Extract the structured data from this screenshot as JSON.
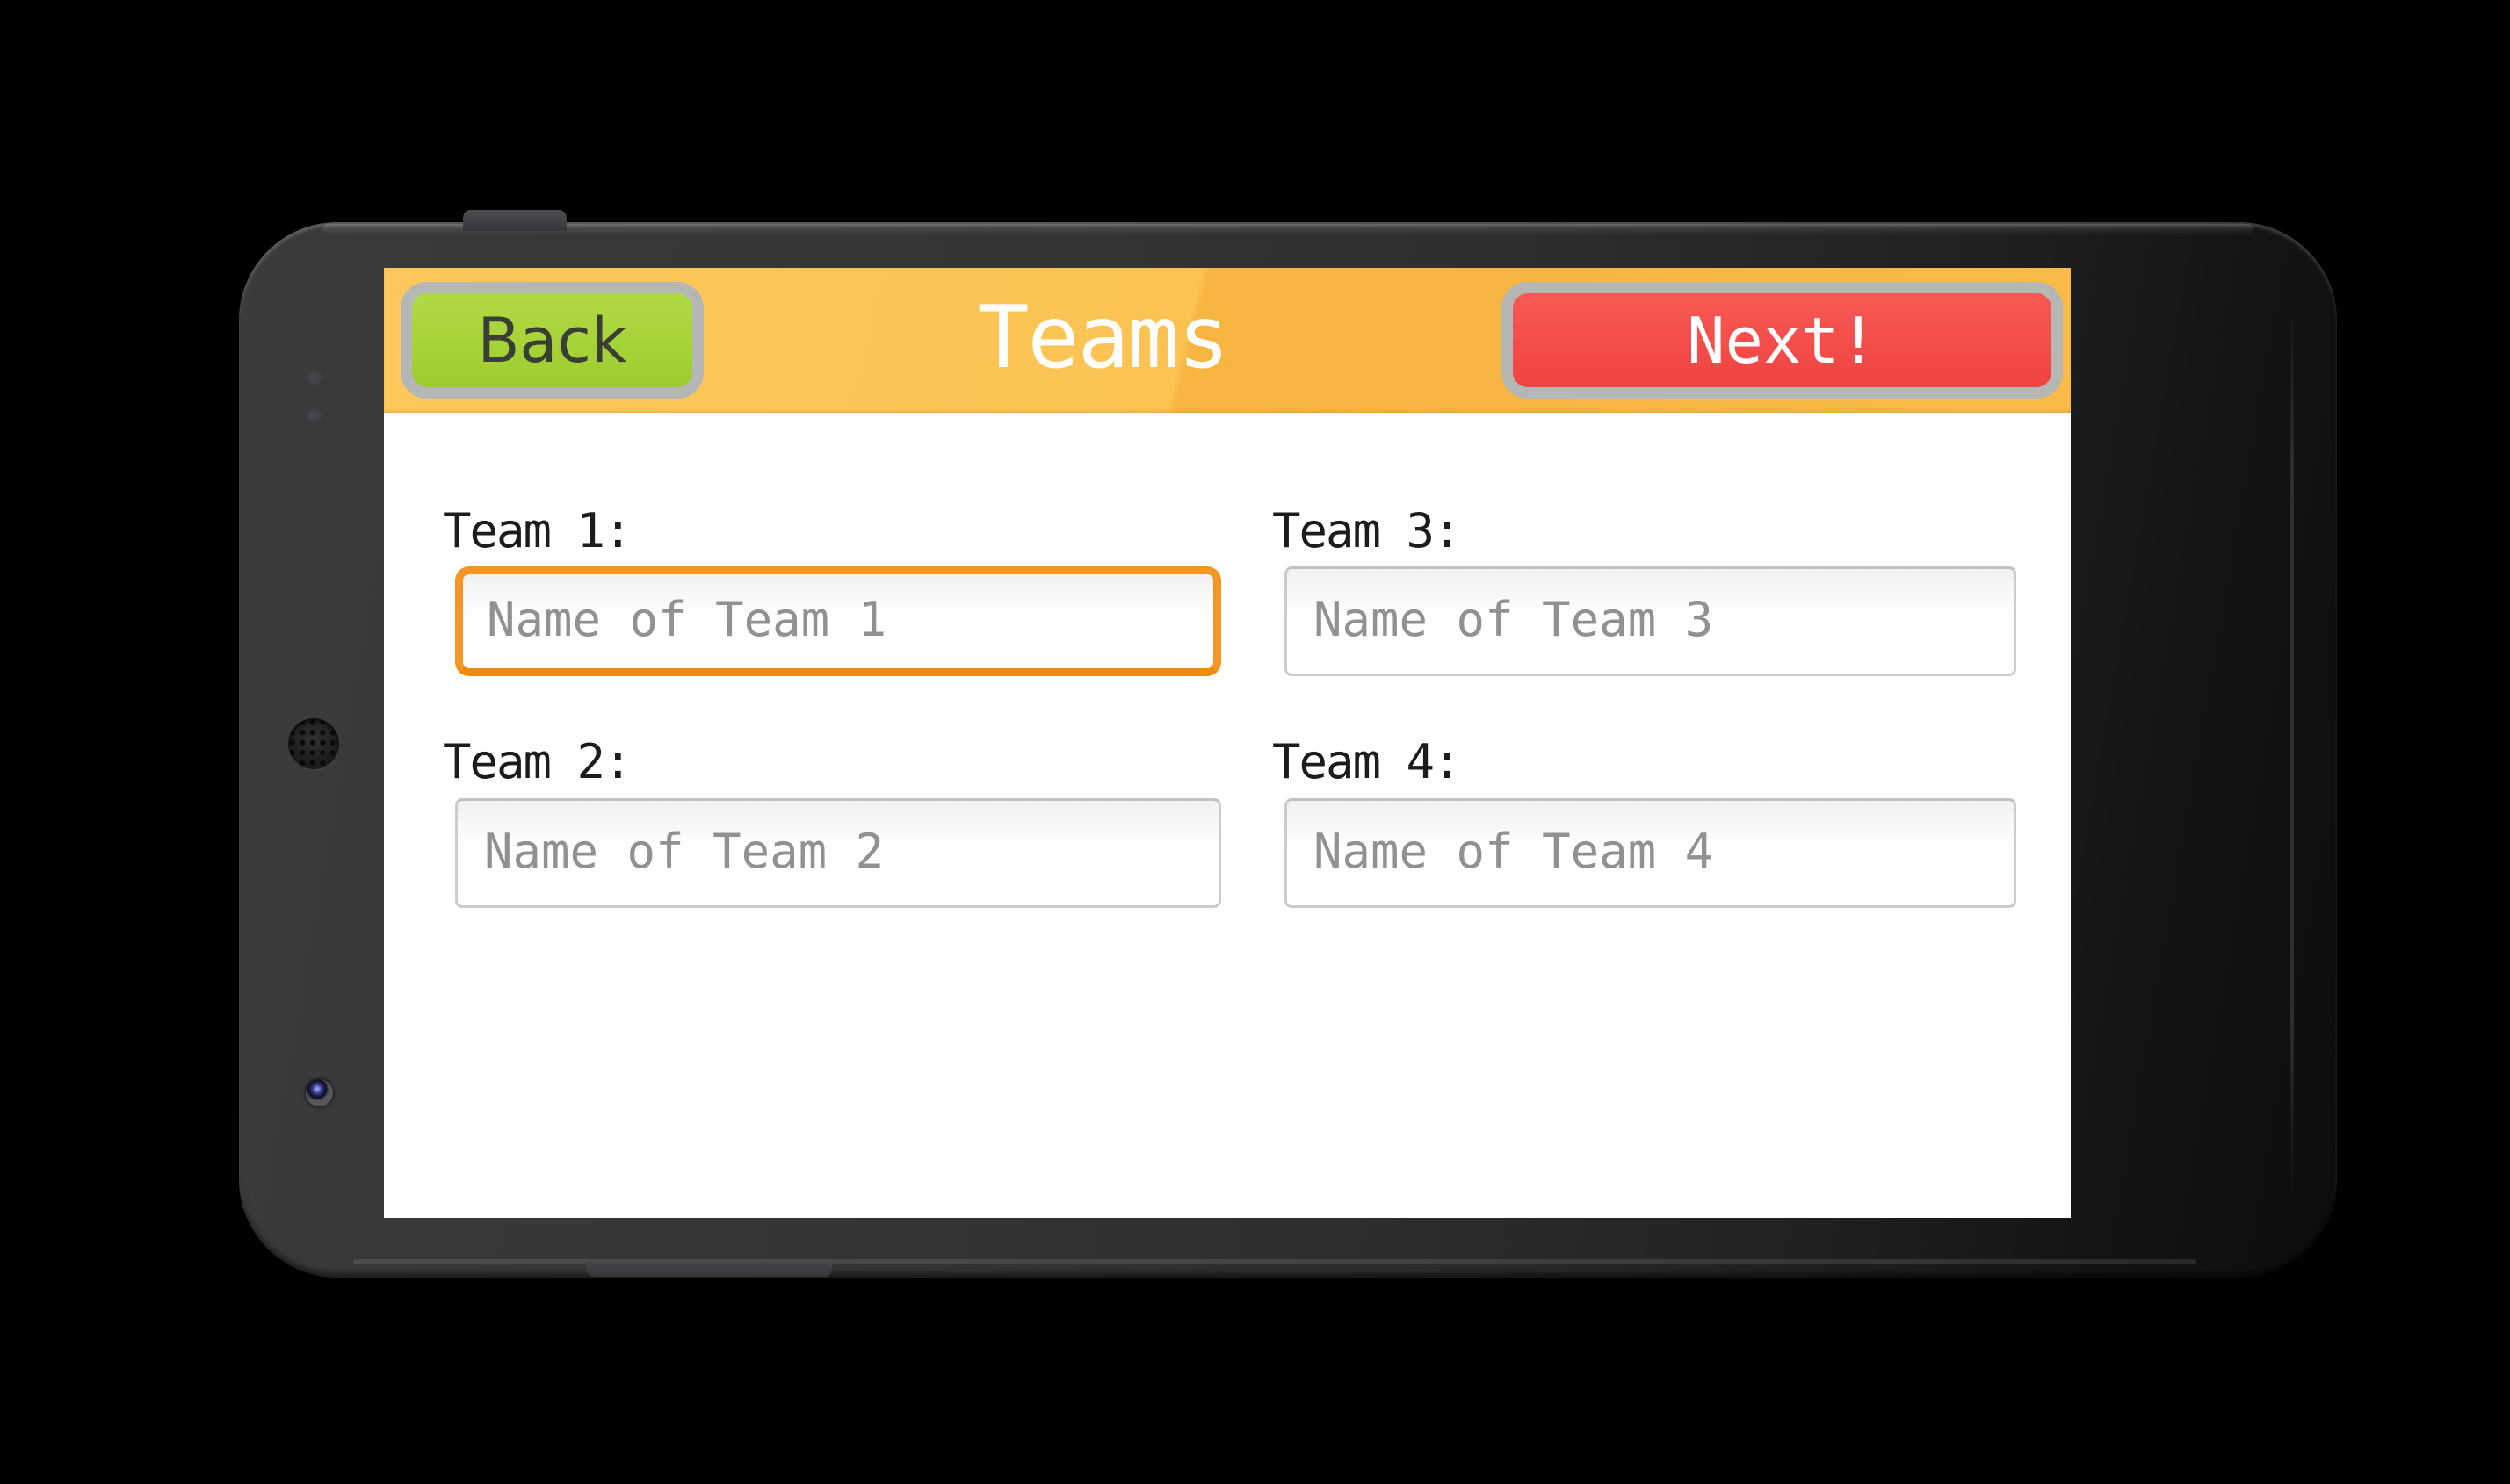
{
  "app": {
    "header": {
      "back_label": "Back",
      "title": "Teams",
      "next_label": "Next!"
    },
    "fields": [
      {
        "label": "Team 1:",
        "placeholder": "Name of Team 1",
        "value": "",
        "focused": true
      },
      {
        "label": "Team 2:",
        "placeholder": "Name of Team 2",
        "value": "",
        "focused": false
      },
      {
        "label": "Team 3:",
        "placeholder": "Name of Team 3",
        "value": "",
        "focused": false
      },
      {
        "label": "Team 4:",
        "placeholder": "Name of Team 4",
        "value": "",
        "focused": false
      }
    ],
    "colors": {
      "header_orange_light": "#fdc75d",
      "header_orange_dark": "#f7b643",
      "back_button_green": "#a6d338",
      "next_button_red": "#f34c4a",
      "button_border_silver": "#b5b7b4",
      "focused_input_orange": "#f59624",
      "input_border_gray": "#cccccc",
      "label_text": "#1c1c1c",
      "placeholder_text": "#919191",
      "title_text": "#ffffff",
      "back_text": "#3a3f36"
    }
  },
  "device": {
    "hardware": [
      "top-edge-button",
      "earpiece-speaker",
      "sensor-dots",
      "front-camera",
      "bottom-edge-button"
    ]
  }
}
